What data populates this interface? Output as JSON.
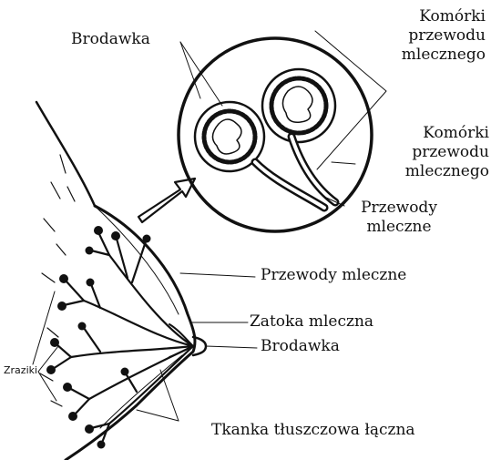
{
  "labels": {
    "nipple_inset": "Brodawka",
    "duct_cells_top": [
      "Komórki",
      "przewodu",
      "mlecznego"
    ],
    "duct_cells_mid": [
      "Komórki",
      "przewodu",
      "mlecznego"
    ],
    "milk_ducts_inset": [
      "Przewody",
      "mleczne"
    ],
    "milk_ducts": "Przewody mleczne",
    "milk_sinus": "Zatoka mleczna",
    "nipple": "Brodawka",
    "lobules": "Zraziki",
    "fatty_tissue": "Tkanka tłuszczowa łączna"
  },
  "colors": {
    "ink": "#111111",
    "background": "#ffffff"
  }
}
